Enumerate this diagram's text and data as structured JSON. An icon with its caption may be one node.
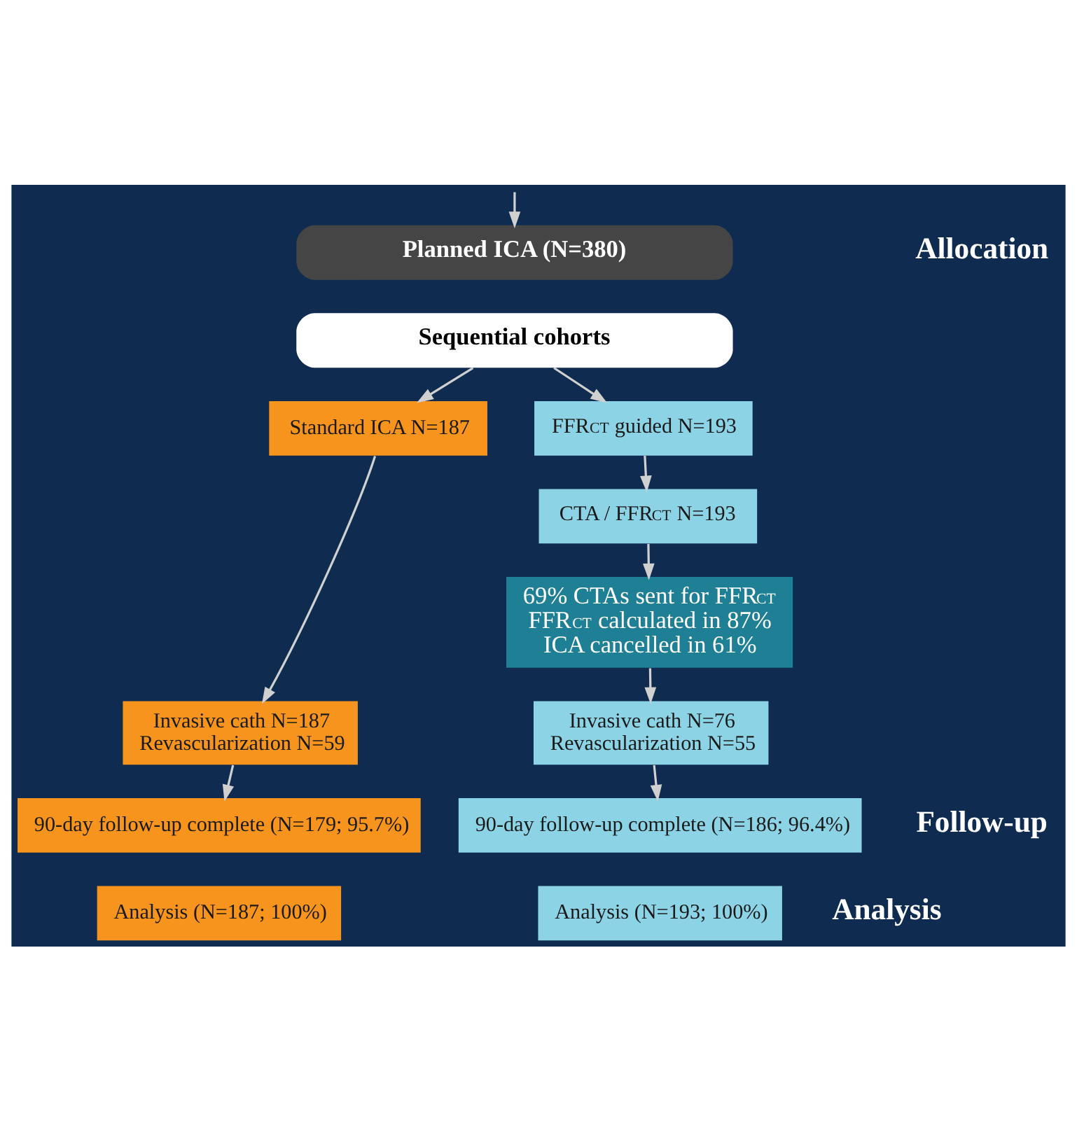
{
  "diagram": {
    "nodes": [
      {
        "text": [
          "Planned ICA (N=380)"
        ]
      },
      {
        "text": [
          "Sequential cohorts"
        ]
      },
      {
        "text": [
          "Standard ICA N=187"
        ]
      },
      {
        "text": [
          "FFR$_{CT}$ guided N=193"
        ]
      },
      {
        "text": [
          "CTA / FFR$_{CT}$ N=193"
        ]
      },
      {
        "text": [
          "69% CTAs sent for FFR$_{CT}$",
          "FFR$_{CT}$ calculated in 87%",
          "ICA cancelled in 61%"
        ]
      },
      {
        "text": [
          "Invasive cath N=187",
          "Revascularization N=59"
        ]
      },
      {
        "text": [
          "Invasive cath N=76",
          "Revascularization N=55"
        ]
      },
      {
        "text": [
          "90-day follow-up complete (N=179; 95.7%)"
        ]
      },
      {
        "text": [
          "90-day follow-up complete (N=186; 96.4%)"
        ]
      },
      {
        "text": [
          "Analysis (N=187; 100%)"
        ]
      },
      {
        "text": [
          "Analysis (N=193; 100%)"
        ]
      }
    ],
    "edges": [
      {
        "from": null,
        "to": 0,
        "arrow": "to"
      },
      {
        "from": 1,
        "to": 2,
        "arrow": "to"
      },
      {
        "from": 1,
        "to": 3,
        "arrow": "to"
      },
      {
        "from": 3,
        "to": 4,
        "arrow": "to"
      },
      {
        "from": 4,
        "to": 5,
        "arrow": "to"
      },
      {
        "from": 2,
        "to": 6,
        "arrow": "to"
      },
      {
        "from": 5,
        "to": 7,
        "arrow": "to"
      },
      {
        "from": 6,
        "to": 8,
        "arrow": "to"
      },
      {
        "from": 7,
        "to": 9,
        "arrow": "to"
      }
    ],
    "labels": [
      "Allocation",
      "Follow-up",
      "Analysis"
    ]
  }
}
